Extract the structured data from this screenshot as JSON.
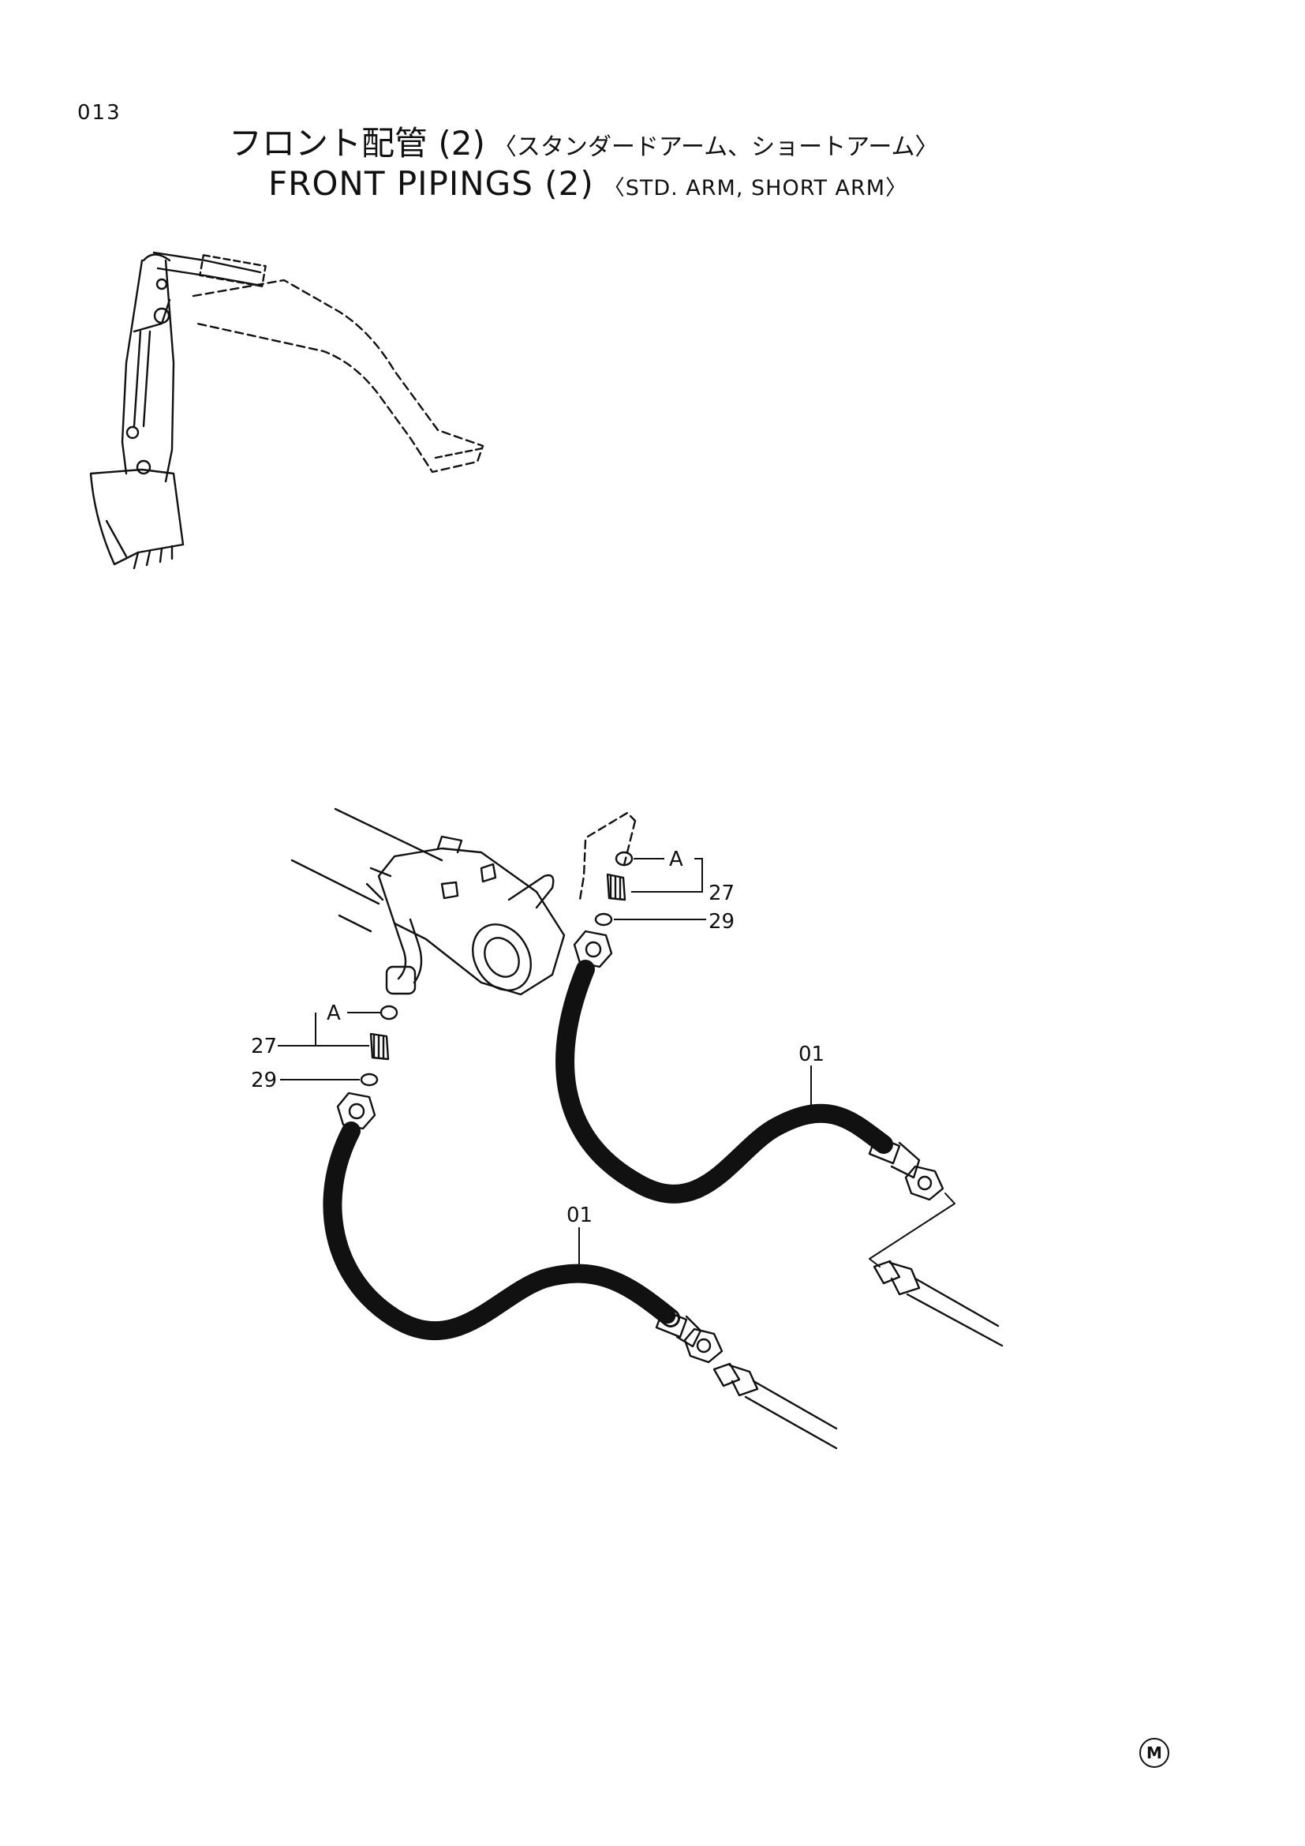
{
  "page": {
    "number": "013"
  },
  "title": {
    "jp_main": "フロント配管 (2)",
    "jp_sub": "〈スタンダードアーム、ショートアーム〉",
    "en_main": "FRONT PIPINGS (2)",
    "en_sub": "〈STD. ARM, SHORT ARM〉"
  },
  "callouts": {
    "upper_ref": "A",
    "upper_part_a": "27",
    "upper_part_b": "29",
    "lower_ref": "A",
    "lower_part_a": "27",
    "lower_part_b": "29",
    "hose_right": "01",
    "hose_left": "01"
  },
  "footer": {
    "mark": "M"
  }
}
